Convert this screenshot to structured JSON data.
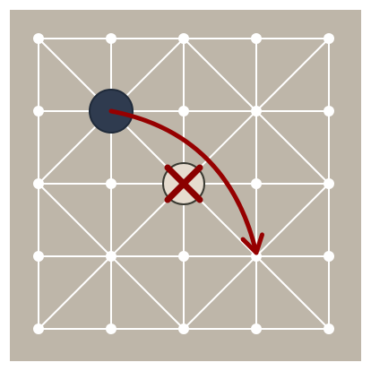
{
  "board": {
    "grid_size": 5,
    "background_color": "#BEB6A9",
    "line_color": "#FFFFFF",
    "node_color": "#FFFFFF",
    "diagonals": "alternating-star-pattern"
  },
  "pieces": [
    {
      "name": "dark-piece",
      "role": "mover",
      "col": 1,
      "row": 1,
      "fill": "#2F3B4F",
      "stroke": "#1F2A3A"
    },
    {
      "name": "captured-light-piece",
      "role": "captured",
      "col": 2,
      "row": 2,
      "fill": "#E6DCCF",
      "stroke": "#3A3A32"
    }
  ],
  "capture_mark": {
    "shape": "x-mark",
    "col": 2,
    "row": 2,
    "color": "#8B0000"
  },
  "move_arrow": {
    "from": {
      "col": 1,
      "row": 1
    },
    "to": {
      "col": 3,
      "row": 3
    },
    "color": "#960000",
    "style": "curved",
    "jump": true
  }
}
